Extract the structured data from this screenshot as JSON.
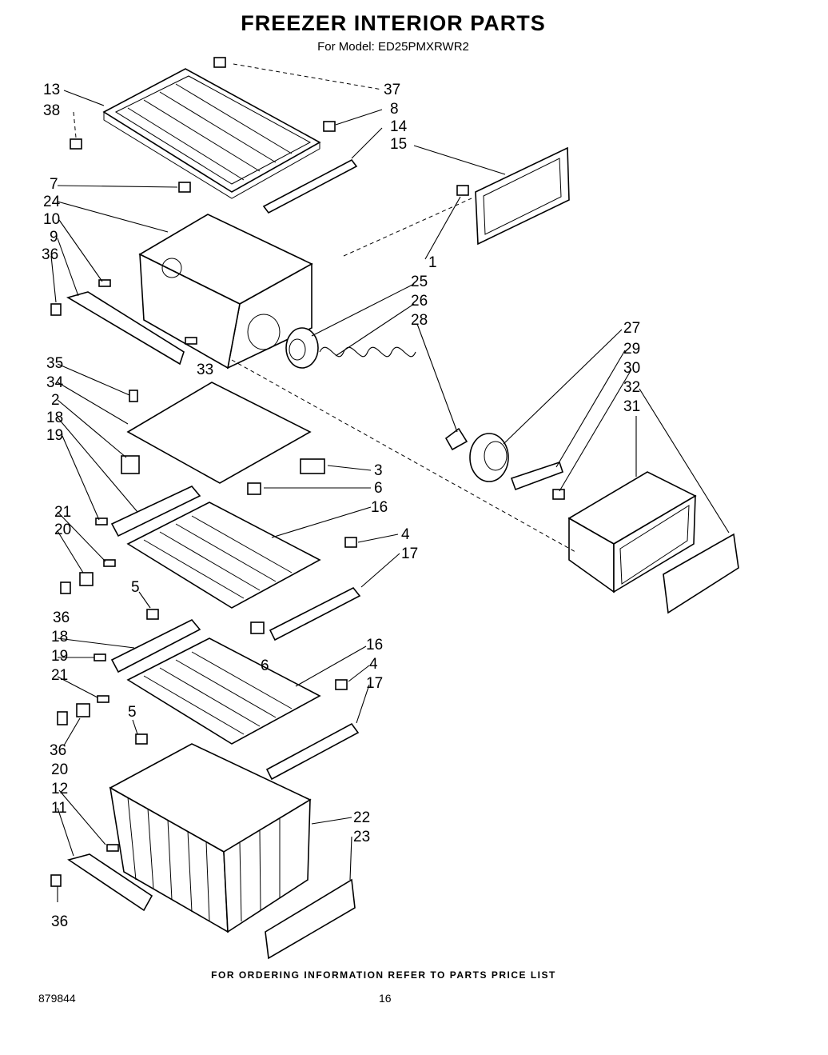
{
  "header": {
    "title": "FREEZER INTERIOR PARTS",
    "subtitle": "For Model: ED25PMXRWR2"
  },
  "footer": {
    "note": "FOR ORDERING INFORMATION REFER TO PARTS PRICE LIST",
    "doc_number": "879844",
    "page_number": "16"
  },
  "callouts": {
    "c13": "13",
    "c38a": "38",
    "c37": "37",
    "c8": "8",
    "c14": "14",
    "c15": "15",
    "c7": "7",
    "c24": "24",
    "c10": "10",
    "c9": "9",
    "c36a": "36",
    "c1": "1",
    "c25": "25",
    "c26": "26",
    "c28": "28",
    "c27": "27",
    "c29": "29",
    "c30": "30",
    "c32": "32",
    "c31": "31",
    "c33": "33",
    "c35": "35",
    "c34": "34",
    "c2": "2",
    "c18a": "18",
    "c19a": "19",
    "c3": "3",
    "c6a": "6",
    "c16a": "16",
    "c4a": "4",
    "c17a": "17",
    "c21a": "21",
    "c20a": "20",
    "c5a": "5",
    "c36b": "36",
    "c18b": "18",
    "c19b": "19",
    "c16b": "16",
    "c6b": "6",
    "c4b": "4",
    "c17b": "17",
    "c21b": "21",
    "c5b": "5",
    "c36c": "36",
    "c20b": "20",
    "c12": "12",
    "c11": "11",
    "c22": "22",
    "c23": "23",
    "c36d": "36"
  }
}
